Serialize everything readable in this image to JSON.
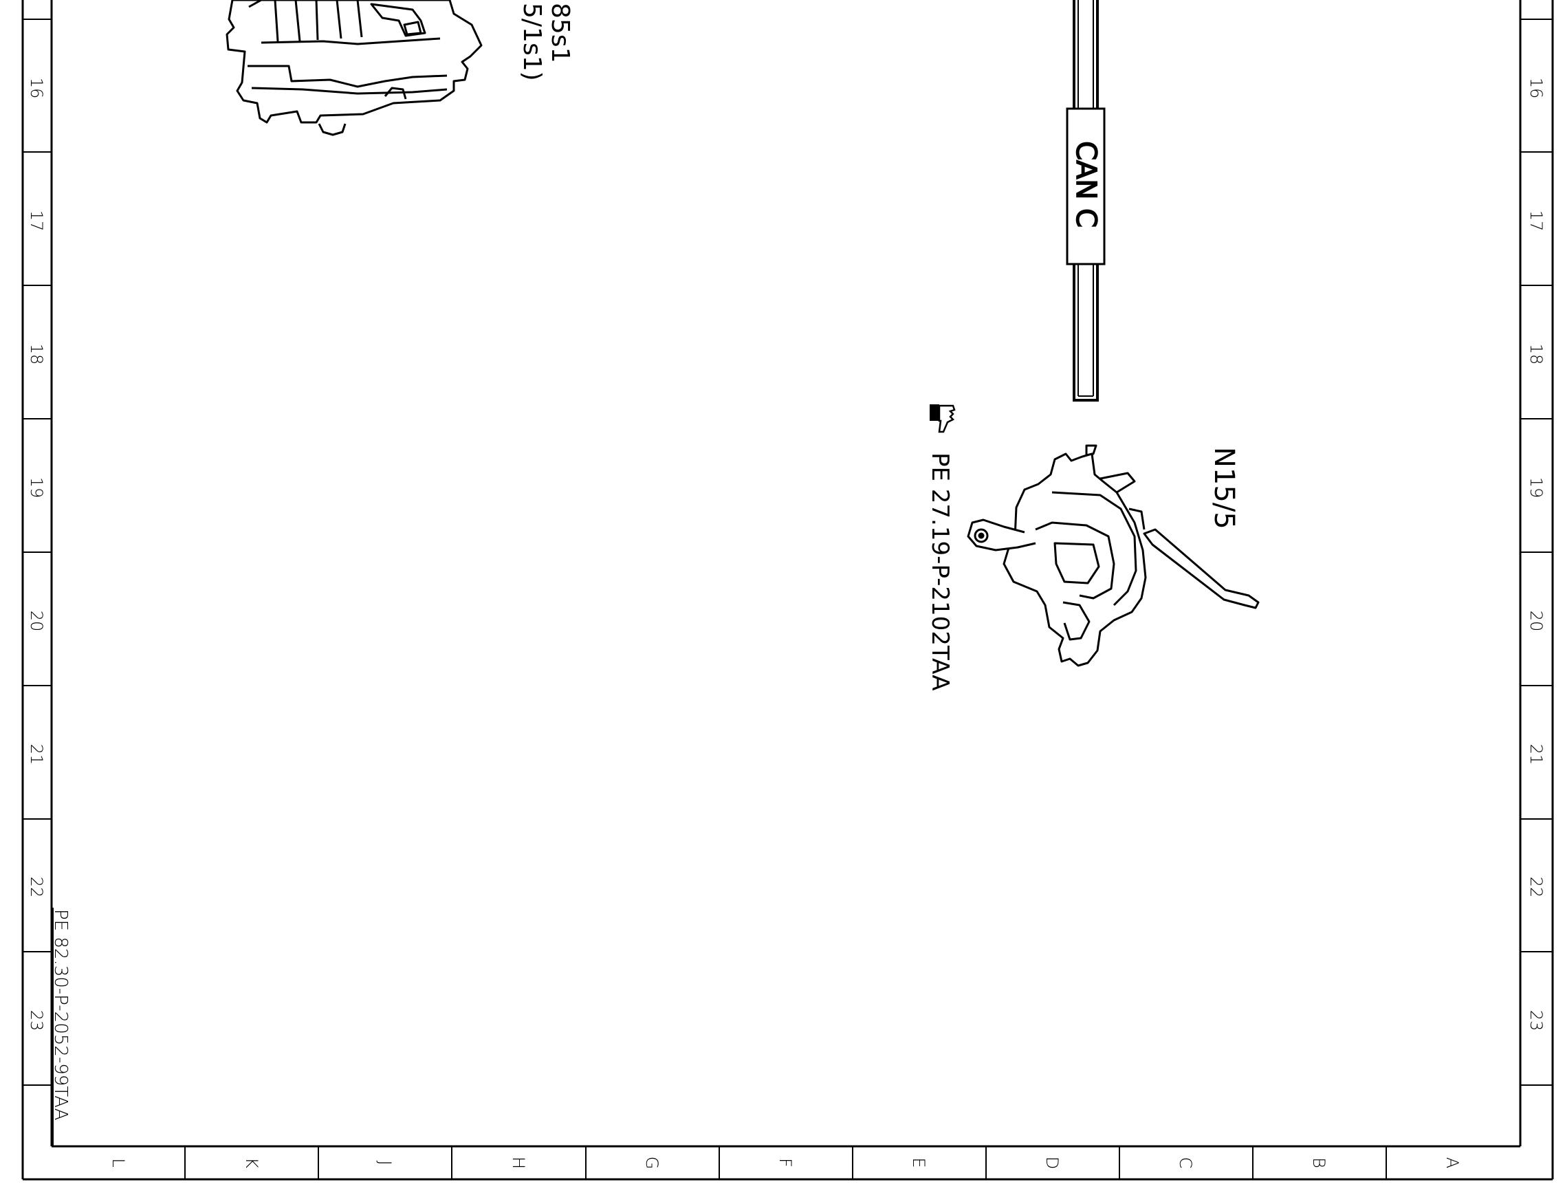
{
  "document_title": "",
  "frame": {
    "row_labels": [
      "16",
      "17",
      "18",
      "19",
      "20",
      "21",
      "22",
      "23"
    ],
    "column_labels": [
      "L",
      "K",
      "J",
      "H",
      "G",
      "F",
      "E",
      "D",
      "C",
      "B",
      "A"
    ],
    "border_color": "#000000"
  },
  "page_reference": "PE 82.30-P-2052-99TAA",
  "components": {
    "top_left": {
      "label_line1": "85s1",
      "label_line2": "5/1s1)",
      "icon": "switch-module-icon"
    },
    "n15_5": {
      "label": "N15/5",
      "icon": "gear-selector-module-icon"
    }
  },
  "bus": {
    "label": "CAN C"
  },
  "reference": {
    "icon": "pointing-hand-icon",
    "text": "PE 27.19-P-2102TAA"
  }
}
